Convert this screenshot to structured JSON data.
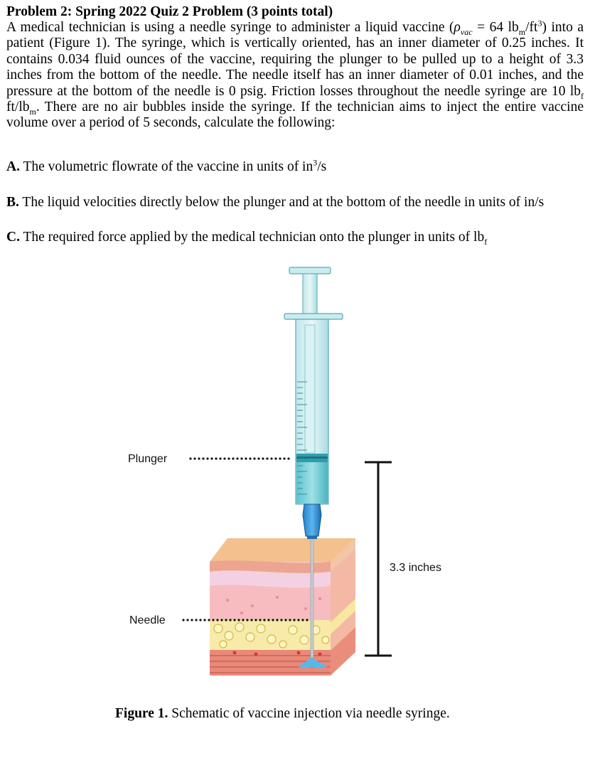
{
  "problem": {
    "title": "Problem 2: Spring 2022 Quiz 2 Problem (3 points total)",
    "p_start": "A medical technician is using a needle syringe to administer a liquid vaccine (",
    "rho_symbol": "ρ",
    "rho_sub": "vac",
    "rho_eq": " = 64 lb",
    "rho_unit_sub": "m",
    "rho_unit_mid": "/ft",
    "rho_unit_sup": "3",
    "p_after_rho": ") into a patient (Figure 1). The syringe, which is vertically oriented, has an inner diameter of 0.25 inches. It contains 0.034 fluid ounces of the vaccine, requiring the plunger to be pulled up to a height of 3.3 inches from the bottom of the needle. The needle itself has an inner diameter of 0.01 inches, and the pressure at the bottom of the needle is 0 psig. Friction losses throughout the needle syringe are 10 lb",
    "fric_sub1": "f",
    "fric_mid": " ft/lb",
    "fric_sub2": "m",
    "p_end": ". There are no air bubbles inside the syringe. If the technician aims to inject the entire vaccine volume over a period of 5 seconds, calculate the following:"
  },
  "questions": {
    "a_letter": "A.",
    "a_text": " The volumetric flowrate of the vaccine in units of in",
    "a_sup": "3",
    "a_tail": "/s",
    "b_letter": "B.",
    "b_text": " The liquid velocities directly below the plunger and at the bottom of the needle in units of in/s",
    "c_letter": "C.",
    "c_text": " The required force applied by the medical technician onto the plunger in units of lb",
    "c_sub": "f"
  },
  "figure": {
    "plunger_label": "Plunger",
    "needle_label": "Needle",
    "height_label": "3.3 inches",
    "caption_bold": "Figure 1.",
    "caption_text": " Schematic of vaccine injection via needle syringe."
  }
}
